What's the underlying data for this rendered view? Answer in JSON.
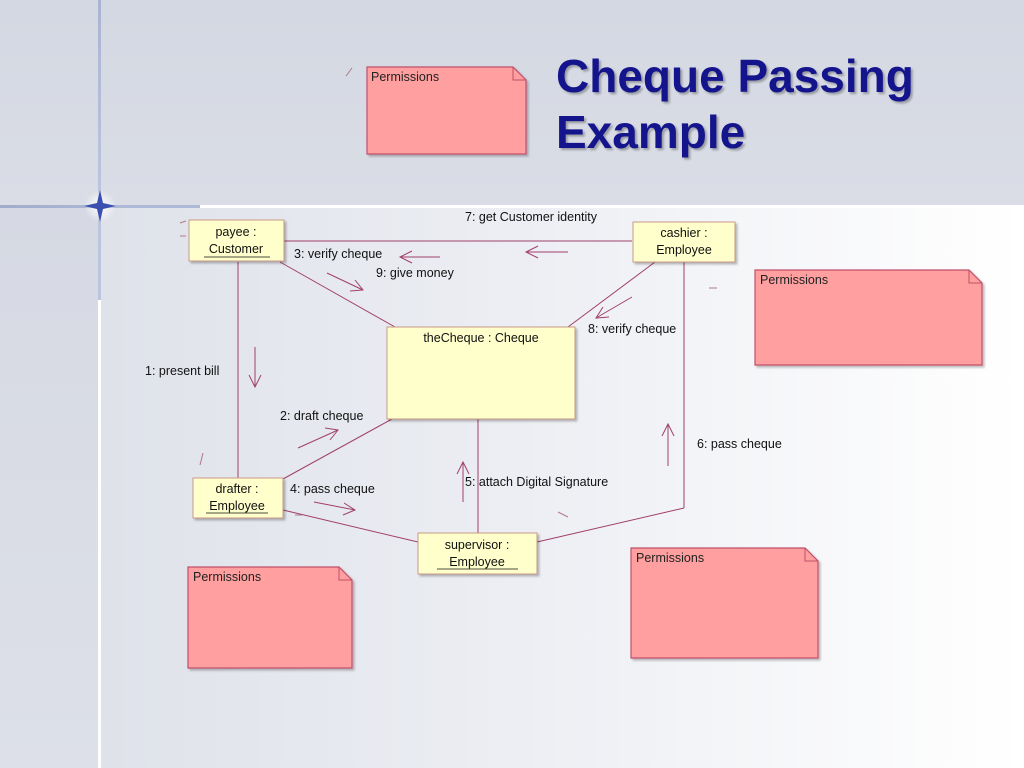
{
  "slide": {
    "title_line1": "Cheque Passing",
    "title_line2": "Example",
    "colors": {
      "title": "#14148c",
      "note_fill": "#ff9f9f",
      "note_border": "#c0506a",
      "object_fill": "#ffffcc",
      "object_border": "#c89a8a",
      "link": "#a0406a"
    }
  },
  "objects": {
    "payee": {
      "line1": "payee :",
      "line2": "Customer"
    },
    "cashier": {
      "line1": "cashier :",
      "line2": "Employee"
    },
    "cheque": {
      "line1": "theCheque : Cheque"
    },
    "drafter": {
      "line1": "drafter :",
      "line2": "Employee"
    },
    "supervisor": {
      "line1": "supervisor :",
      "line2": "Employee"
    }
  },
  "messages": {
    "m1": "1: present bill",
    "m2": "2: draft cheque",
    "m3": "3: verify cheque",
    "m4": "4: pass cheque",
    "m5": "5: attach Digital Signature",
    "m6": "6: pass cheque",
    "m7": "7: get Customer identity",
    "m8": "8: verify cheque",
    "m9": "9: give money"
  },
  "notes": {
    "top": "Permissions",
    "right": "Permissions",
    "bottom_left": "Permissions",
    "bottom_right": "Permissions"
  }
}
